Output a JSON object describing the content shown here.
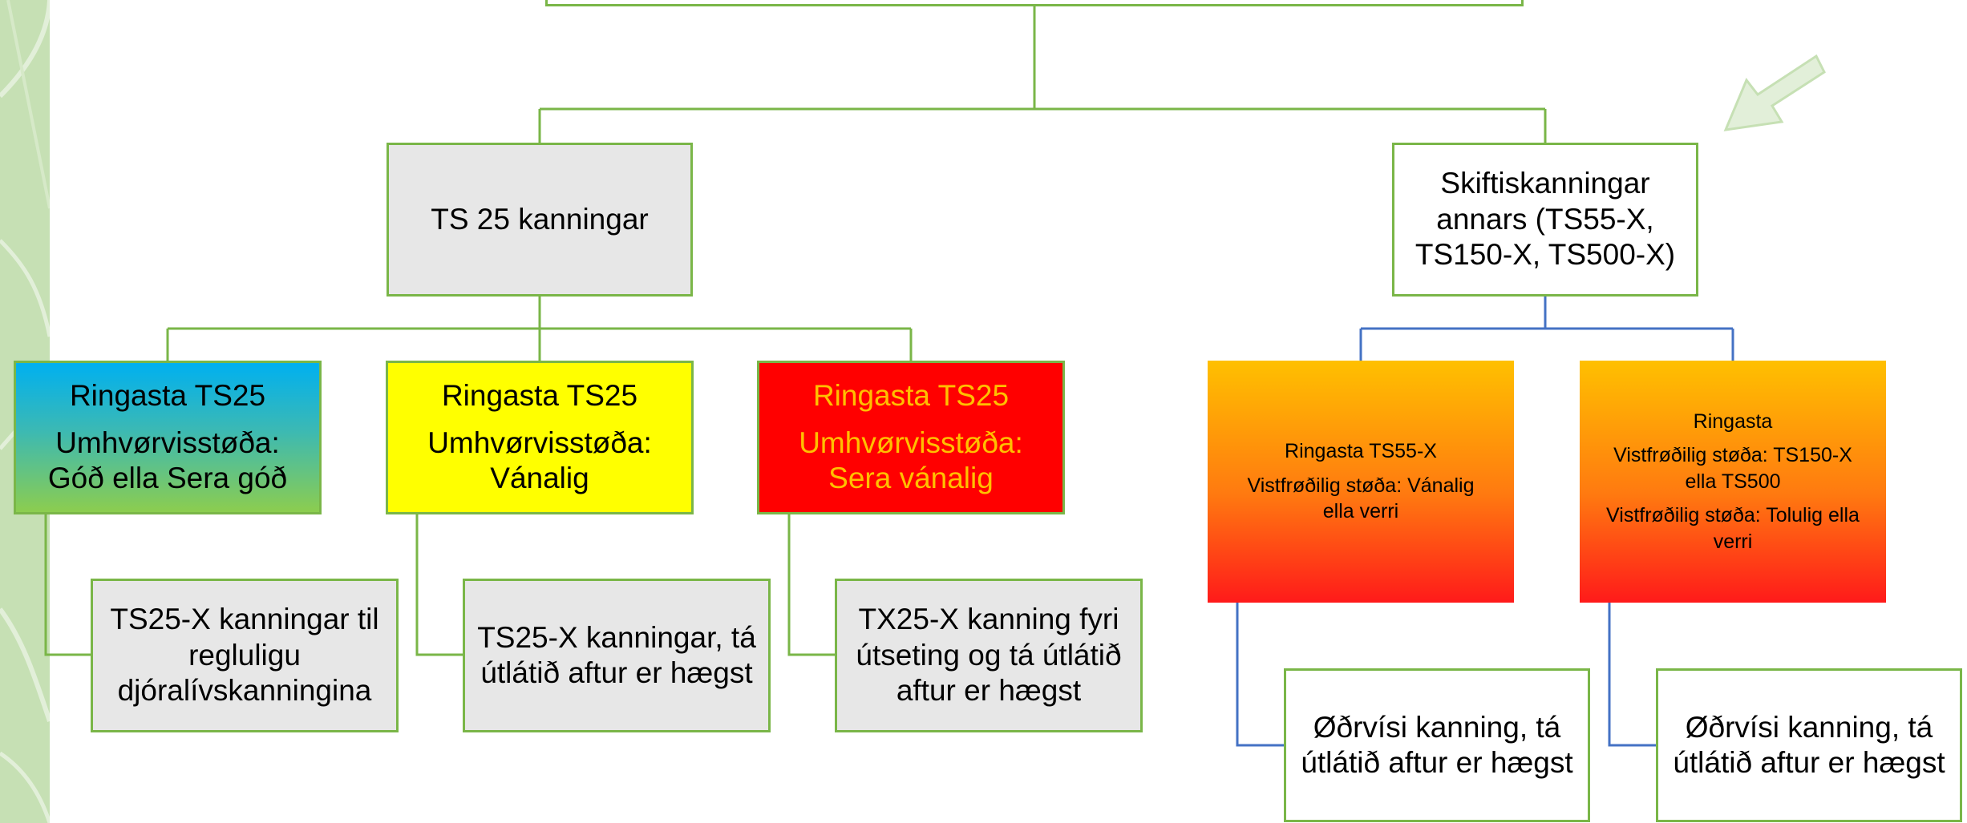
{
  "colors": {
    "green_line": "#7ab648",
    "blue_line": "#4472c4",
    "box_gray": "#e7e7e7",
    "box_yellow": "#ffff00",
    "box_red": "#ff0000",
    "red_box_text": "#ffc000",
    "sidebar_green": "#c6e0b4"
  },
  "nodes": {
    "ts25": {
      "text": "TS 25 kanningar"
    },
    "skift": {
      "lines": [
        "Skiftiskanningar",
        "annars (TS55-X,",
        "TS150-X, TS500-X)"
      ]
    },
    "good": {
      "title": "Ringasta TS25",
      "status": [
        "Umhvørvisstøða:",
        "Góð ella Sera góð"
      ]
    },
    "normal": {
      "title": "Ringasta TS25",
      "status": [
        "Umhvørvisstøða:",
        "Vánalig"
      ]
    },
    "bad": {
      "title": "Ringasta TS25",
      "status": [
        "Umhvørvisstøða:",
        "Sera vánalig"
      ]
    },
    "ts55": {
      "title": "Ringasta TS55-X",
      "status": [
        "Vistfrøðilig støða: Vánalig",
        "ella verri"
      ]
    },
    "ts150": {
      "title": "Ringasta",
      "line2": [
        "Vistfrøðilig støða: TS150-X",
        "ella TS500"
      ],
      "line3": [
        "Vistfrøðilig støða: Tolulig ella",
        "verri"
      ]
    },
    "action_good": {
      "lines": [
        "TS25-X kanningar til",
        "regluligu",
        "djóralívskanningina"
      ]
    },
    "action_normal": {
      "lines": [
        "TS25-X kanningar, tá",
        "útlátið aftur er hægst"
      ]
    },
    "action_bad": {
      "lines": [
        "TX25-X kanning fyri",
        "útseting og tá útlátið",
        "aftur er hægst"
      ]
    },
    "action_ts55": {
      "lines": [
        "Øðrvísi kanning, tá",
        "útlátið aftur er hægst"
      ]
    },
    "action_ts150": {
      "lines": [
        "Øðrvísi kanning, tá",
        "útlátið aftur er hægst"
      ]
    }
  }
}
